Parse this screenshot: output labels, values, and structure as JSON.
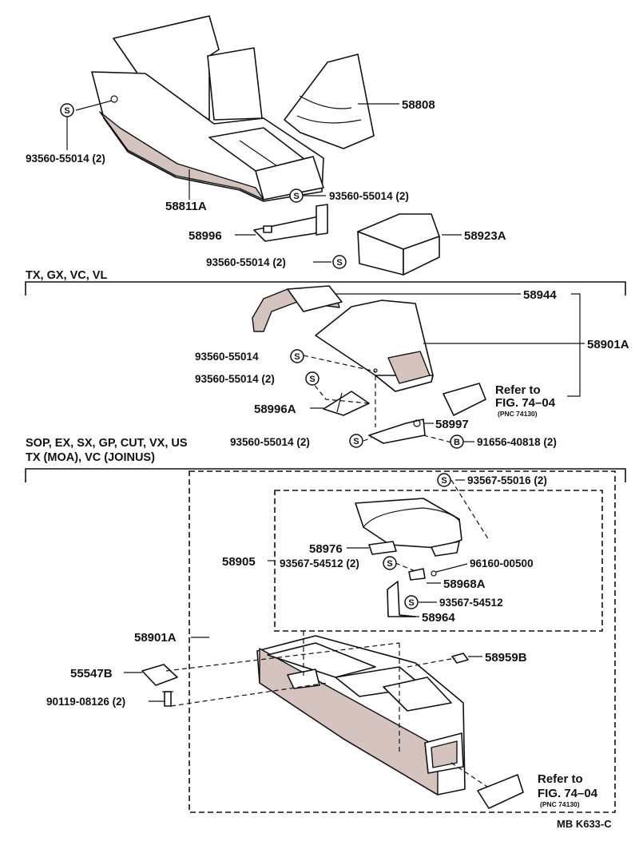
{
  "diagram_code": "MB K633-C",
  "group_headers": {
    "group1": "TX, GX, VC, VL",
    "group2_line1": "SOP, EX, SX, GP, CUT, VX, US",
    "group2_line2": "TX (MOA), VC (JOINUS)"
  },
  "refer": {
    "line1": "Refer to",
    "line2": "FIG. 74–04",
    "pnc": "(PNC 74130)"
  },
  "symbols": {
    "screw": "S",
    "bolt": "B"
  },
  "parts": {
    "p58808": "58808",
    "p58811A": "58811A",
    "p93560_2_a": "93560-55014 (2)",
    "p93560_2_b": "93560-55014 (2)",
    "p58996": "58996",
    "p58923A": "58923A",
    "p93560_2_c": "93560-55014 (2)",
    "p58944": "58944",
    "p58901A_top": "58901A",
    "p93560_d": "93560-55014",
    "p93560_2_e": "93560-55014 (2)",
    "p58996A": "58996A",
    "p58997": "58997",
    "p93560_2_f": "93560-55014 (2)",
    "p91656": "91656-40818 (2)",
    "p93567_55016": "93567-55016 (2)",
    "p58976": "58976",
    "p58905": "58905",
    "p93567_54512_2": "93567-54512 (2)",
    "p96160": "96160-00500",
    "p58968A": "58968A",
    "p93567_54512": "93567-54512",
    "p58964": "58964",
    "p58901A_bottom": "58901A",
    "p55547B": "55547B",
    "p58959B": "58959B",
    "p90119": "90119-08126 (2)"
  }
}
